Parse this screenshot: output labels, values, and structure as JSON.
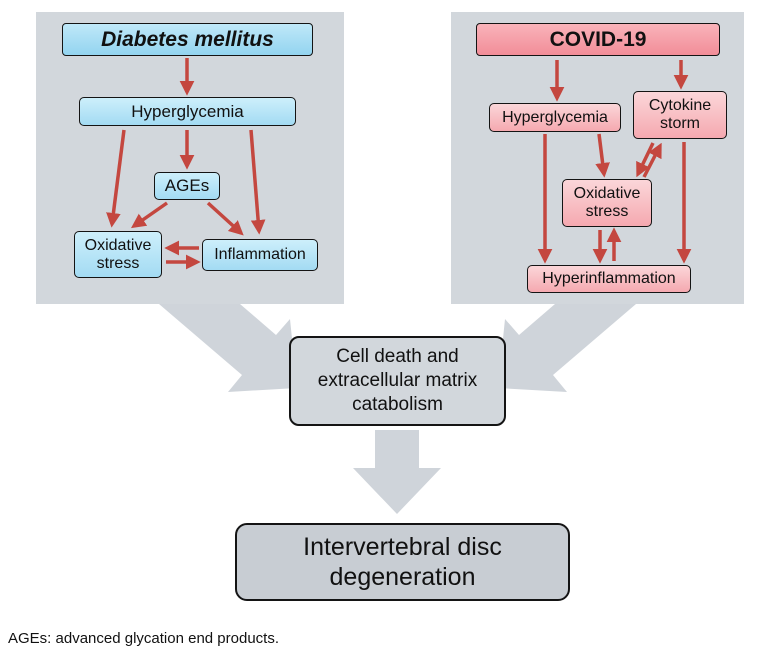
{
  "left_panel": {
    "title": "Diabetes mellitus",
    "nodes": {
      "hyperglycemia": "Hyperglycemia",
      "ages": "AGEs",
      "oxidative_stress": "Oxidative stress",
      "inflammation": "Inflammation"
    }
  },
  "right_panel": {
    "title": "COVID-19",
    "nodes": {
      "hyperglycemia": "Hyperglycemia",
      "cytokine_storm": "Cytokine storm",
      "oxidative_stress": "Oxidative stress",
      "hyperinflammation": "Hyperinflammation"
    }
  },
  "outcome": {
    "cell_death": "Cell death and extracellular matrix catabolism",
    "disc_degeneration": "Intervertebral disc degeneration"
  },
  "footnote": "AGEs: advanced glycation end products.",
  "colors": {
    "diabetes_box_fill": "#a3dbf3",
    "covid_box_fill": "#f5a9b0",
    "red_arrow": "#c4473f",
    "panel_gray": "#d2d7dc",
    "block_arrow_gray": "#cfd4da",
    "outcome_box_fill": "#c8cdd3"
  }
}
